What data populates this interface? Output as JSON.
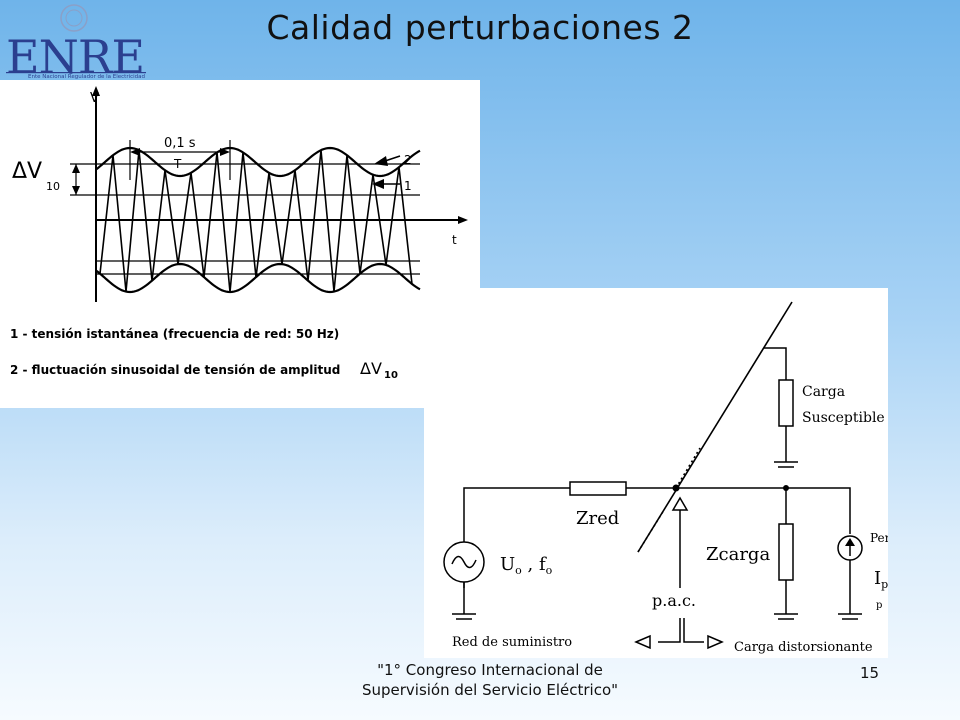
{
  "slide": {
    "title": "Calidad perturbaciones 2",
    "footer_line1": "\"1° Congreso Internacional de",
    "footer_line2": "Supervisión del Servicio Eléctrico\"",
    "page_number": "15"
  },
  "logo": {
    "text": "ENRE",
    "subtitle": "Ente Nacional Regulador de la Electricidad",
    "color": "#2b3f8f"
  },
  "waveform": {
    "axis_v": "V",
    "axis_t": "t",
    "period_value": "0,1 s",
    "period_symbol": "T",
    "delta_label": "ΔV",
    "delta_sub": "10",
    "marker_1": "1",
    "marker_2": "2",
    "legend_1": "1 - tensión istantánea (frecuencia de red: 50 Hz)",
    "legend_2": "2 - fluctuación sinusoidal de tensión de amplitud ",
    "legend_2_symbol": "ΔV",
    "legend_2_sub": "10"
  },
  "circuit": {
    "zred": "Zred",
    "source_label": "U",
    "source_sub1": "o",
    "source_sep": " , f",
    "source_sub2": "o",
    "zcarga": "Zcarga",
    "pac": "p.a.c.",
    "carga_line1": "Carga",
    "carga_line2": "Susceptible",
    "perturbacion": "Perturbación",
    "ip_label": "I",
    "ip_sub": "p",
    "ip_sep": " , f",
    "fp_sub": "p",
    "red_suministro": "Red de suministro",
    "carga_distorsionante": "Carga distorsionante"
  }
}
